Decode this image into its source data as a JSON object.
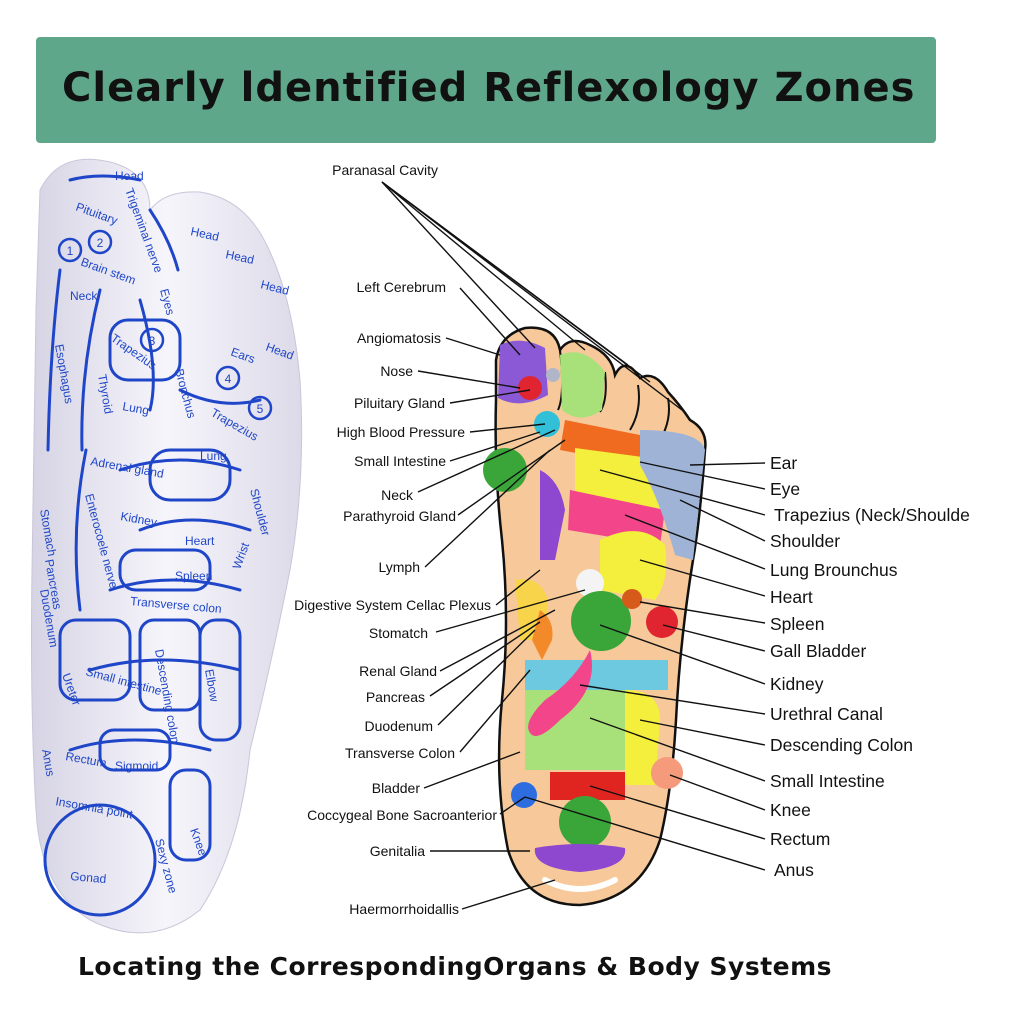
{
  "banner": {
    "title": "Clearly ldentified Reflexology Zones"
  },
  "footer": {
    "caption": "Locating the CorrespondingOrgans & Body Systems"
  },
  "colors": {
    "banner": "#5fa78a",
    "sock_ink": "#1f46c8",
    "foot_skin": "#f7c99a"
  },
  "sock": {
    "labels": [
      "Head",
      "Head",
      "Head",
      "Head",
      "Pituitary",
      "Trigeminal nerve",
      "Brain stem",
      "Neck",
      "Eyes",
      "Ears",
      "Head",
      "Trapezius",
      "Bronchus",
      "Trapezius",
      "Esophagus",
      "Thyroid",
      "Lung",
      "Lung",
      "Adrenal gland",
      "Shoulder",
      "Enterocoele nerve",
      "Kidney",
      "Heart",
      "Spleen",
      "Wrist",
      "Transverse colon",
      "Descending colon",
      "Small intestine",
      "Ureter",
      "Elbow",
      "Rectum",
      "Sigmoid",
      "Anus",
      "Insomnia point",
      "Knee",
      "Sexy zone",
      "Gonad",
      "Stomach",
      "Pancreas",
      "Duodenum"
    ],
    "numbers": [
      "1",
      "2",
      "3",
      "4",
      "5"
    ]
  },
  "foot": {
    "left_labels": [
      "Paranasal Cavity",
      "Left Cerebrum",
      "Angiomatosis",
      "Nose",
      "Piluitary Gland",
      "High Blood Pressure",
      "Small Intestine",
      "Neck",
      "Parathyroid Gland",
      "Lymph",
      "Digestive System Cellac Plexus",
      "Stomatch",
      "Renal Gland",
      "Pancreas",
      "Duodenum",
      "Transverse Colon",
      "Bladder",
      "Coccygeal Bone Sacroanterior",
      "Genitalia",
      "Haermorrhoidallis"
    ],
    "right_labels": [
      "Ear",
      "Eye",
      "Trapezius (Neck/Shoulde",
      "Shoulder",
      "Lung Brounchus",
      "Heart",
      "Spleen",
      "Gall Bladder",
      "Kidney",
      "Urethral Canal",
      "Descending Colon",
      "Small Intestine",
      "Knee",
      "Rectum",
      "Anus"
    ]
  }
}
